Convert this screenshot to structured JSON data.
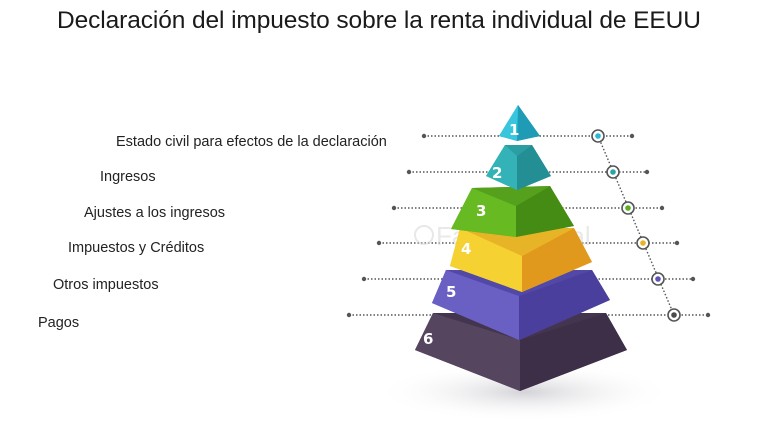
{
  "title": "Declaración del impuesto sobre la renta individual de EEUU",
  "watermark": "FasterCapital",
  "levels": [
    {
      "number": "1",
      "label": "Estado civil para efectos de la declaración",
      "color": "#2bb8d2"
    },
    {
      "number": "2",
      "label": "Ingresos",
      "color": "#2aa5aa"
    },
    {
      "number": "3",
      "label": "Ajustes a los ingresos",
      "color": "#5cae1f"
    },
    {
      "number": "4",
      "label": "Impuestos y Créditos",
      "color": "#f2c52a"
    },
    {
      "number": "5",
      "label": "Otros impuestos",
      "color": "#5f54b6"
    },
    {
      "number": "6",
      "label": "Pagos",
      "color": "#4b3b58"
    }
  ]
}
